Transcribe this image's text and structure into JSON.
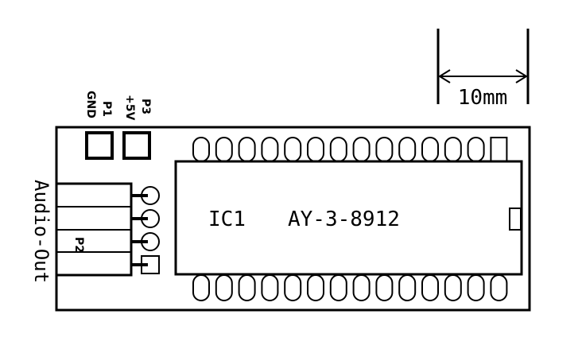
{
  "scale": {
    "label": "10mm"
  },
  "connectors": {
    "p1": {
      "name": "P1",
      "signal": "GND"
    },
    "p3": {
      "name": "P3",
      "signal": "+5V"
    },
    "p2": {
      "name": "P2",
      "function": "Audio-Out"
    }
  },
  "ic": {
    "ref": "IC1",
    "part": "AY-3-8912"
  }
}
